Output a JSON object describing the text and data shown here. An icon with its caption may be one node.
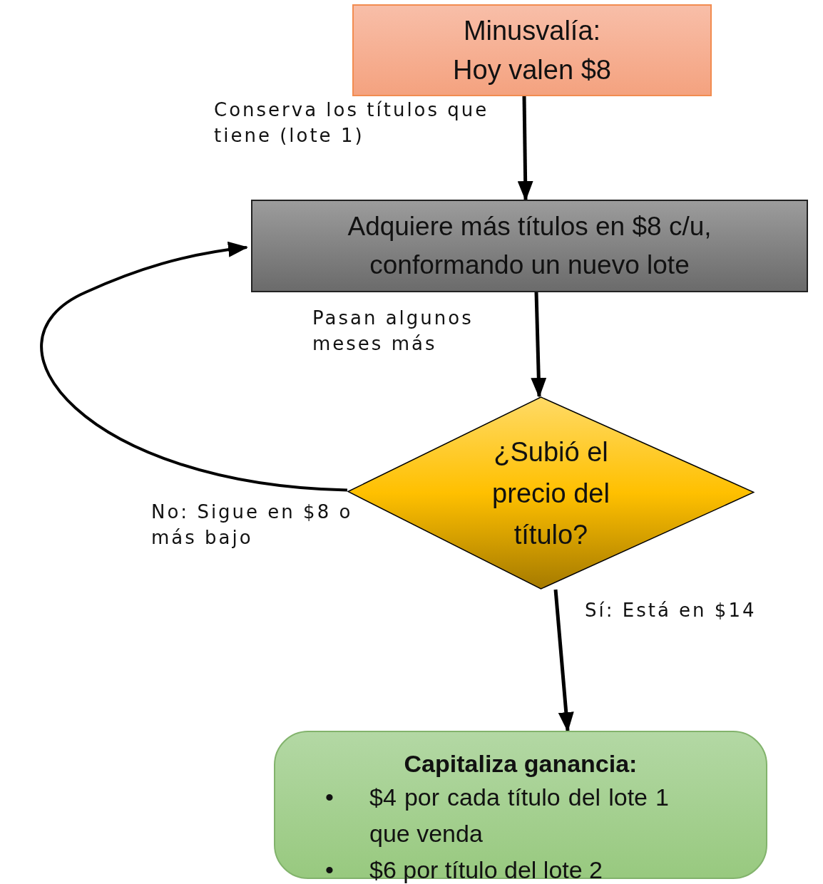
{
  "diagram": {
    "nodes": [
      {
        "text": [
          "Minusvalía: Hoy valen $8"
        ]
      },
      {
        "text": [
          "Adquiere más títulos en $8 c/u, conformando un nuevo lote"
        ]
      },
      {
        "text": [
          "¿Subió el precio del título?"
        ]
      },
      {
        "text": [
          "Capitaliza ganancia:",
          "•",
          "$4 por cada título del lote 1 que venda",
          "•",
          "$6 por título del lote 2"
        ]
      }
    ],
    "edges": [
      {
        "from": 0,
        "to": 1,
        "arrow": "to",
        "label": "Conserva los títulos que tiene (lote 1)"
      },
      {
        "from": 1,
        "to": 2,
        "arrow": "to",
        "label": "Pasan algunos meses más"
      },
      {
        "from": 2,
        "to": 1,
        "arrow": "to",
        "label": "No: Sigue en $8 o más bajo"
      },
      {
        "from": 2,
        "to": 3,
        "arrow": "to",
        "label": "Sí: Está en $14"
      }
    ]
  }
}
